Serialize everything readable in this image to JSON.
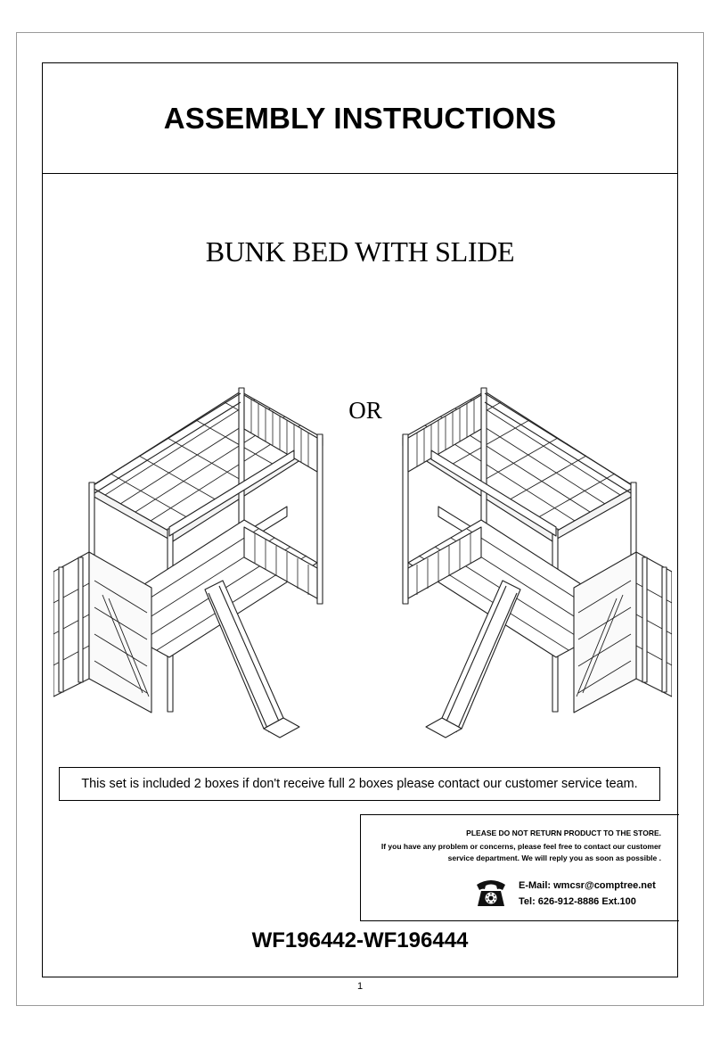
{
  "header": {
    "title": "ASSEMBLY INSTRUCTIONS"
  },
  "product": {
    "name": "BUNK BED WITH SLIDE",
    "or_label": "OR"
  },
  "notice": "This set is included 2 boxes if don't receive full 2 boxes please contact our customer service team.",
  "contact": {
    "warning": "PLEASE DO NOT RETURN PRODUCT TO THE STORE.",
    "help": "If you have any problem or concerns, please feel free to contact our customer service department. We will reply you as soon as possible .",
    "email": "E-Mail: wmcsr@comptree.net",
    "tel": "Tel: 626-912-8886 Ext.100",
    "icon": "telephone-icon"
  },
  "model": "WF196442-WF196444",
  "page": {
    "number": "1"
  },
  "illustrations": {
    "left": "bunk-bed-stairs-left-icon",
    "right": "bunk-bed-stairs-right-icon"
  }
}
